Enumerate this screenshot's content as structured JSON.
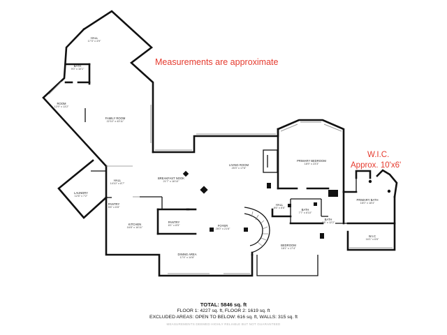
{
  "annotations": {
    "main_note": "Measurements are approximate",
    "wic_title": "W.I.C.",
    "wic_approx": "Approx. 10'x6'",
    "note_color": "#e53a2e"
  },
  "rooms": {
    "hall_top": {
      "name": "HALL",
      "dim": "17'3\" x 4'9\""
    },
    "bath_left": {
      "name": "BATH",
      "dim": "9'0\" x 10'1\""
    },
    "room": {
      "name": "ROOM",
      "dim": "12'9\" x 13'2\""
    },
    "family_room": {
      "name": "FAMILY ROOM",
      "dim": "22'10\" x 43'11\""
    },
    "laundry": {
      "name": "LAUNDRY",
      "dim": "12'6\" x 7'2\""
    },
    "pantry_left": {
      "name": "PANTRY",
      "dim": "5'6\" x 6'8\""
    },
    "hall_mid": {
      "name": "HALL",
      "dim": "14'10\" x 8'7\""
    },
    "breakfast_nook": {
      "name": "BREAKFAST NOOK",
      "dim": "21'7\" x 16'10\""
    },
    "living_room": {
      "name": "LIVING ROOM",
      "dim": "25'3\" x 17'6\""
    },
    "primary_bedroom": {
      "name": "PRIMARY BEDROOM",
      "dim": "18'9\" x 23'3\""
    },
    "kitchen": {
      "name": "KITCHEN",
      "dim": "16'8\" x 16'11\""
    },
    "pantry_mid": {
      "name": "PANTRY",
      "dim": "8'1\" x 8'5\""
    },
    "foyer": {
      "name": "FOYER",
      "dim": "26'0\" x 21'6\""
    },
    "hall_right": {
      "name": "HALL",
      "dim": "8'6\" x 8'8\""
    },
    "bath_mid": {
      "name": "BATH",
      "dim": "7'7\" x 6'10\""
    },
    "bath_small": {
      "name": "BATH",
      "dim": "8'8\" x 12'2\""
    },
    "primary_bath": {
      "name": "PRIMARY BATH",
      "dim": "16'0\" x 18'4\""
    },
    "bedroom": {
      "name": "BEDROOM",
      "dim": "18'1\" x 17'4\""
    },
    "wic": {
      "name": "W.I.C",
      "dim": "16'1\" x 6'6\""
    },
    "dining_area": {
      "name": "DINING AREA",
      "dim": "17'4\" x 14'8\""
    }
  },
  "summary": {
    "total": "TOTAL: 5846 sq. ft",
    "floors": "FLOOR 1: 4227 sq. ft, FLOOR 2: 1619 sq. ft",
    "excluded": "EXCLUDED AREAS: OPEN TO BELOW: 616 sq. ft, WALLS: 315 sq. ft"
  },
  "disclaimer": "MEASUREMENTS DEEMED HIGHLY RELIABLE BUT NOT GUARANTEED"
}
